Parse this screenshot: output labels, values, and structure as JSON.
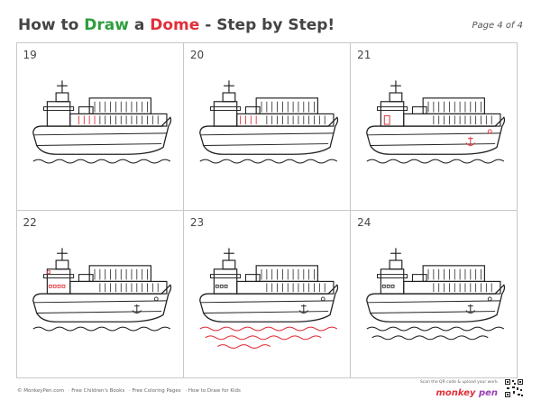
{
  "header": {
    "title_part1": "How to ",
    "title_draw": "Draw",
    "title_a": " a ",
    "title_dome": "Dome",
    "title_rest": " - Step by Step!",
    "page_label": "Page 4 of 4"
  },
  "steps": [
    {
      "number": "19"
    },
    {
      "number": "20"
    },
    {
      "number": "21"
    },
    {
      "number": "22"
    },
    {
      "number": "23"
    },
    {
      "number": "24"
    }
  ],
  "footer": {
    "copyright": "© MonkeyPen.com",
    "link1": "· Free Children's Books",
    "link2": "· Free Coloring Pages",
    "link3": "· How to Draw for Kids",
    "scan_text": "Scan the QR code & upload your work.",
    "brand_monkey": "monkey",
    "brand_pen": "pen"
  },
  "colors": {
    "highlight": "#e0303a",
    "title_green": "#2e9e3e",
    "title_red": "#e0303a"
  }
}
